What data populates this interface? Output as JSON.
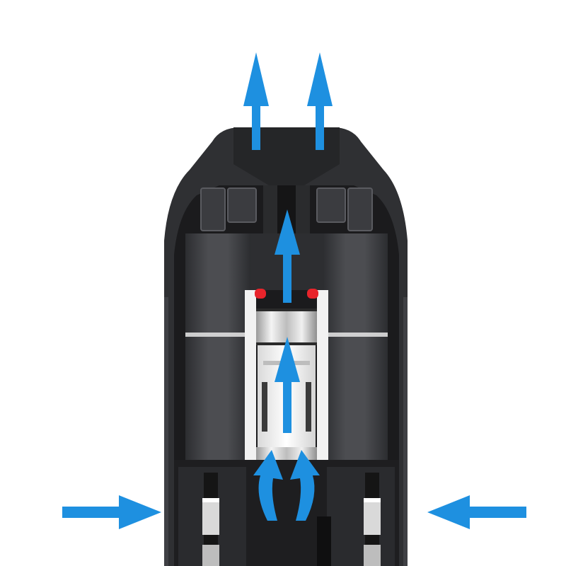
{
  "diagram": {
    "subject": "pod-airflow-cutaway",
    "colors": {
      "background": "#ffffff",
      "shell_outer": "#2f3033",
      "shell_inner": "#1b1b1d",
      "tank_dark": "#3a3b3e",
      "tank_mid": "#4a4b4f",
      "coil_white": "#eeeeee",
      "coil_chrome": "#c8c8c8",
      "seal_red": "#e8242b",
      "arrow_blue": "#1e90e0"
    },
    "flow_arrows": [
      {
        "role": "inlet",
        "side": "left",
        "direction": "right"
      },
      {
        "role": "inlet",
        "side": "right",
        "direction": "left"
      },
      {
        "role": "coil-entry",
        "side": "left",
        "direction": "up"
      },
      {
        "role": "coil-entry",
        "side": "right",
        "direction": "up"
      },
      {
        "role": "coil-core",
        "direction": "up"
      },
      {
        "role": "chimney",
        "direction": "up"
      },
      {
        "role": "outlet",
        "side": "left",
        "direction": "up"
      },
      {
        "role": "outlet",
        "side": "right",
        "direction": "up"
      }
    ],
    "icons": [
      "arrow-icon"
    ]
  }
}
